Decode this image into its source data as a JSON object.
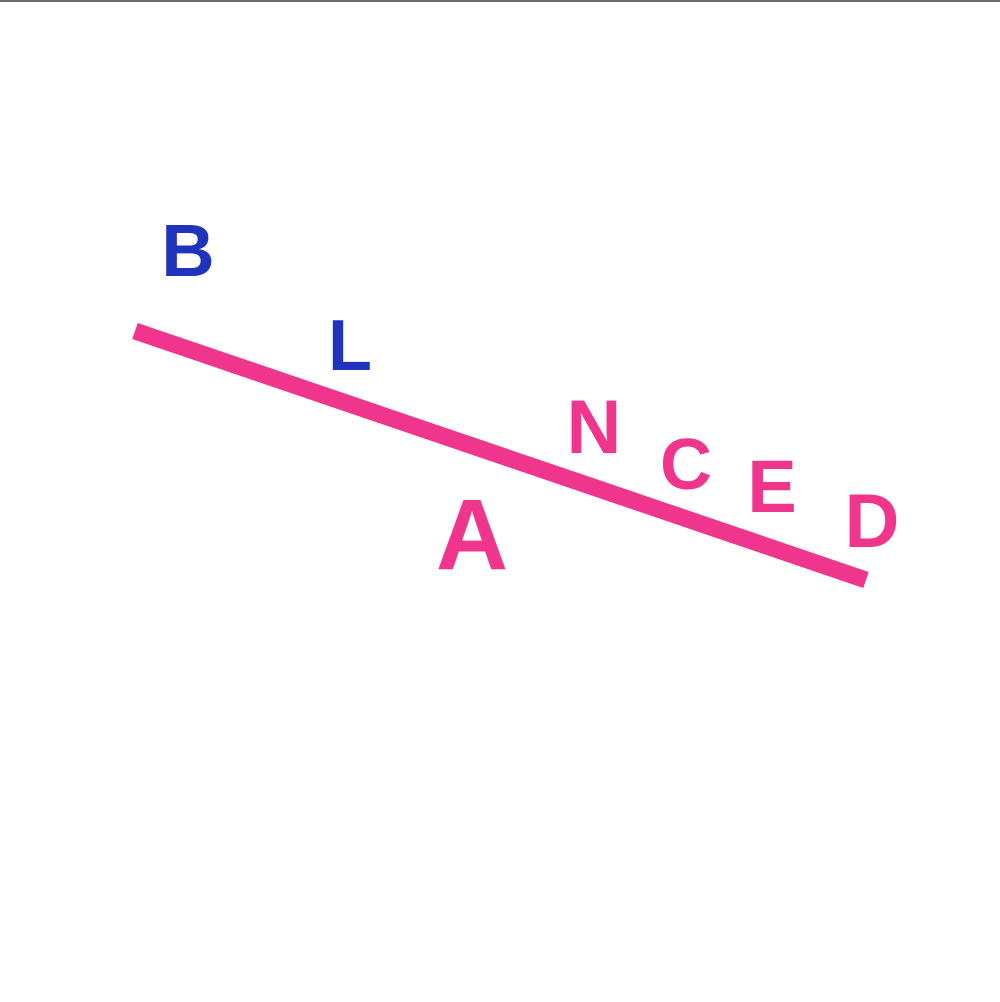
{
  "letters": {
    "b": "B",
    "l": "L",
    "a": "A",
    "n": "N",
    "c": "C",
    "e": "E",
    "d": "D"
  },
  "colors": {
    "background": "#ffffff",
    "blue": "#1f33bd",
    "pink": "#f0358d",
    "frame": "#6f6f6f"
  }
}
